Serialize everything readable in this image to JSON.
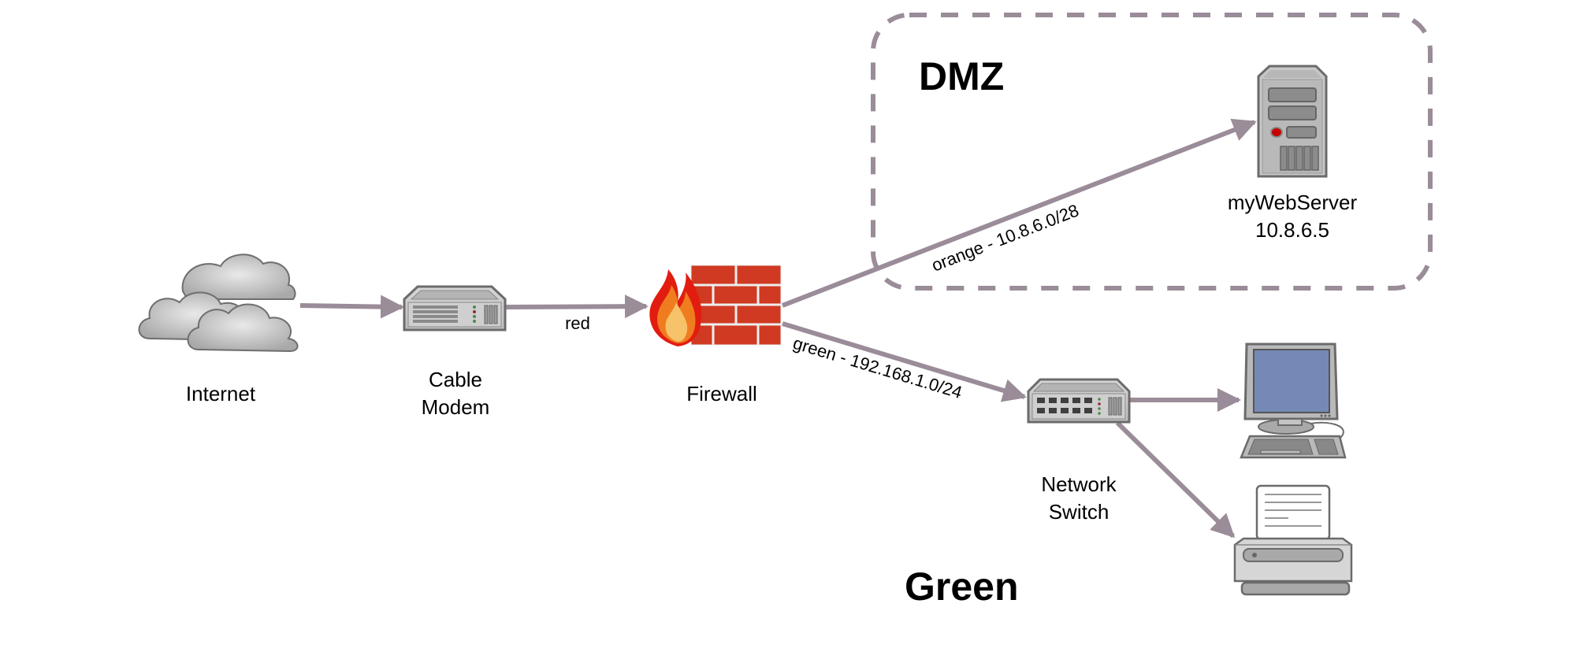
{
  "colors": {
    "link": "#9a8c98",
    "zone_border": "#9a8c98",
    "device_body": "#c8c8c8",
    "device_outline": "#6b6b6b",
    "wall": "#d03a22",
    "screen": "#7489b5",
    "server_led": "#c40000"
  },
  "zones": {
    "dmz": {
      "label": "DMZ"
    },
    "green": {
      "label": "Green"
    }
  },
  "nodes": {
    "internet": {
      "icon": "cloud-icon",
      "label": "Internet"
    },
    "modem": {
      "icon": "cable-modem-icon",
      "label_line1": "Cable",
      "label_line2": "Modem"
    },
    "firewall": {
      "icon": "firewall-icon",
      "label": "Firewall"
    },
    "webserver": {
      "icon": "server-icon",
      "label_line1": "myWebServer",
      "label_line2": "10.8.6.5"
    },
    "switch": {
      "icon": "network-switch-icon",
      "label_line1": "Network",
      "label_line2": "Switch"
    },
    "computer": {
      "icon": "desktop-computer-icon"
    },
    "printer": {
      "icon": "printer-icon"
    }
  },
  "links": {
    "internet_modem": {
      "label": ""
    },
    "modem_firewall": {
      "label": "red"
    },
    "firewall_dmz": {
      "label": "orange - 10.8.6.0/28"
    },
    "firewall_switch": {
      "label": "green - 192.168.1.0/24"
    },
    "switch_computer": {
      "label": ""
    },
    "switch_printer": {
      "label": ""
    }
  }
}
